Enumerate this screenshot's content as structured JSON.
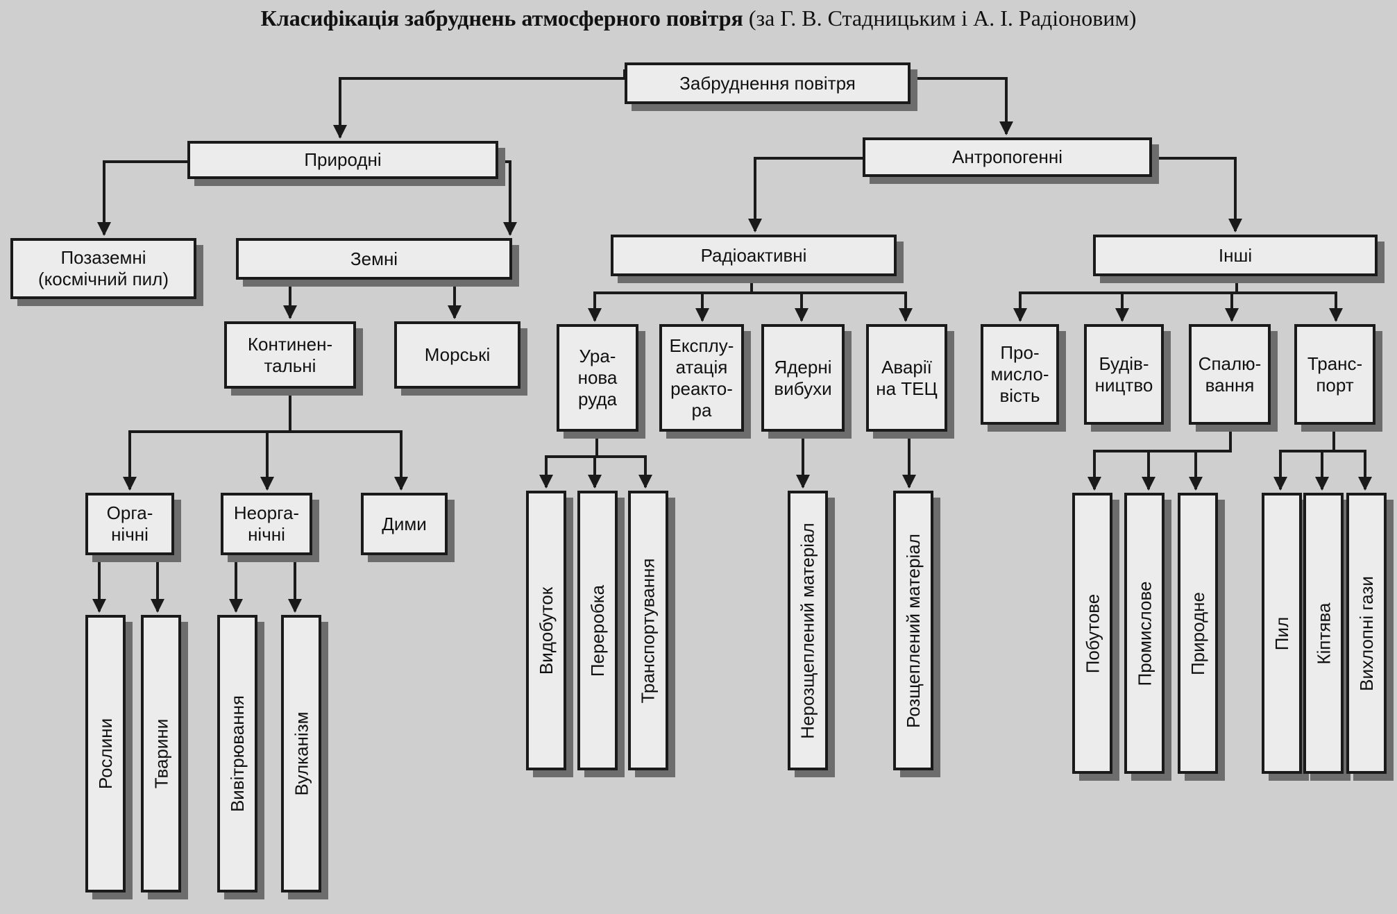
{
  "title": {
    "bold": "Класифікація забруднень атмосферного повітря",
    "normal": "(за Г. В. Стадницьким і А. І. Радіоновим)"
  },
  "nodes": {
    "root": "Забруднення повітря",
    "natural": "Природні",
    "anthropogenic": "Антропогенні",
    "extraterrestrial": "Позаземні\n(космічний пил)",
    "terrestrial": "Земні",
    "continental": "Континен-\nтальні",
    "marine": "Морські",
    "organic": "Орга-\nнічні",
    "inorganic": "Неорга-\nнічні",
    "smoke": "Дими",
    "plants": "Рослини",
    "animals": "Тварини",
    "weathering": "Вивітрювання",
    "volcanism": "Вулканізм",
    "radioactive": "Радіоактивні",
    "uranium_ore": "Ура-\nнова\nруда",
    "reactor_operation": "Експлу-\nатація\nреакто-\nра",
    "nuclear_explosions": "Ядерні\nвибухи",
    "tpp_accidents": "Аварії\nна ТЕЦ",
    "mining": "Видобуток",
    "processing": "Переробка",
    "transportation": "Транспортування",
    "non_fissioned_material": "Нерозщеплений матеріал",
    "fissioned_material": "Розщеплений матеріал",
    "other": "Інші",
    "industry": "Про-\nмисло-\nвість",
    "construction": "Будів-\nництво",
    "combustion": "Спалю-\nвання",
    "transport": "Транс-\nпорт",
    "household": "Побутове",
    "industrial": "Промислове",
    "natural_combustion": "Природне",
    "dust": "Пил",
    "soot": "Кіптява",
    "exhaust_gases": "Вихлопні гази"
  }
}
